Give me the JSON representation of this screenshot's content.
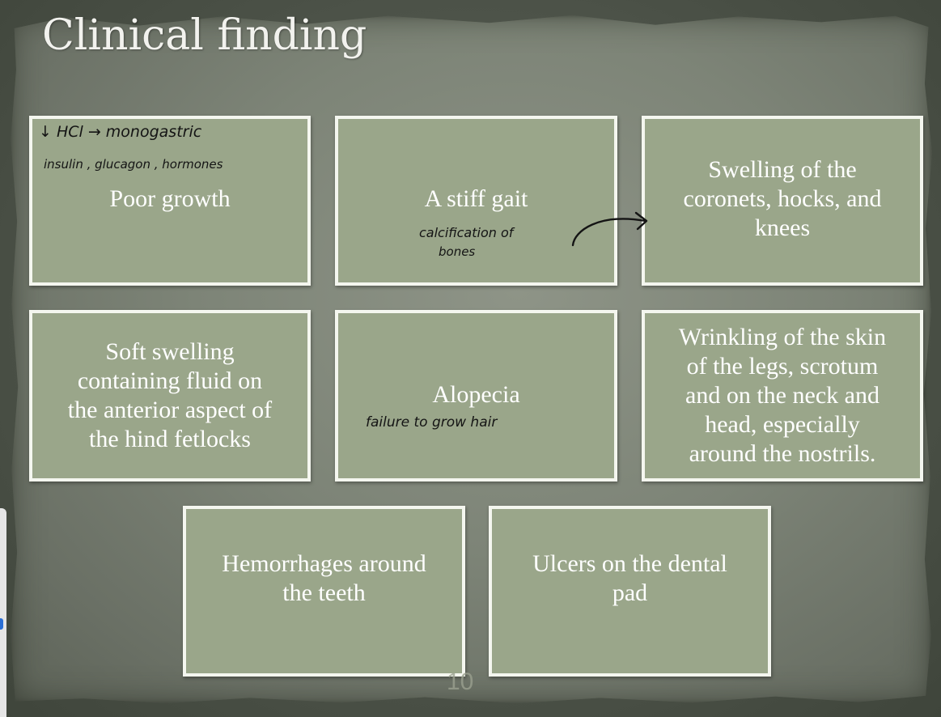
{
  "slide": {
    "title": "Clinical finding",
    "page_number": "10"
  },
  "boxes": [
    {
      "text": "Poor growth"
    },
    {
      "text": "A stiff gait"
    },
    {
      "text": "Swelling of the\ncoronets, hocks, and\nknees"
    },
    {
      "text": "Soft swelling\ncontaining fluid on\nthe anterior aspect of\nthe hind fetlocks"
    },
    {
      "text": "Alopecia"
    },
    {
      "text": "Wrinkling of the skin\nof the legs, scrotum\nand on the neck and\nhead, especially\naround the nostrils."
    },
    {
      "text": "Hemorrhages around\nthe teeth"
    },
    {
      "text": "Ulcers on the dental\npad"
    }
  ],
  "handwritten_notes": {
    "hcl_note": "↓ HCl → monogastric",
    "hormone_note": "insulin , glucagon , hormones",
    "calcification_line1": "calcification of",
    "calcification_line2": "bones",
    "alopecia_note": "failure to grow hair"
  },
  "colors": {
    "box_fill": "#9aa68a",
    "box_border": "#f4f6ef",
    "title": "#f2f2ee",
    "ink": "#141414"
  }
}
